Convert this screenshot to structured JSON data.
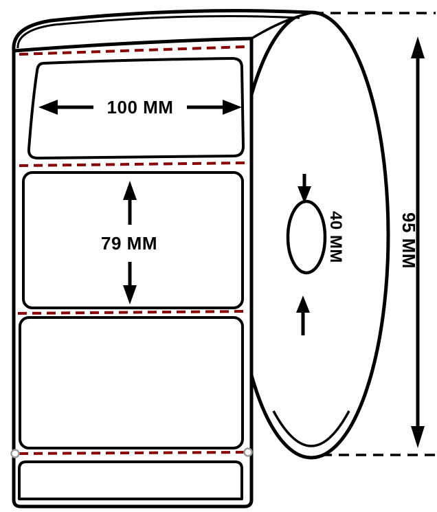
{
  "diagram": {
    "dimensions": {
      "label_width": {
        "label": "100 MM",
        "value": 100,
        "unit": "MM"
      },
      "label_height": {
        "label": "79 MM",
        "value": 79,
        "unit": "MM"
      },
      "core_diameter": {
        "label": "40 MM",
        "value": 40,
        "unit": "MM"
      },
      "roll_diameter": {
        "label": "95 MM",
        "value": 95,
        "unit": "MM"
      }
    },
    "colors": {
      "outline": "#000000",
      "perforation_dash": "#8b0000",
      "registration_circle": "#9a9a9a",
      "background": "#ffffff"
    }
  }
}
